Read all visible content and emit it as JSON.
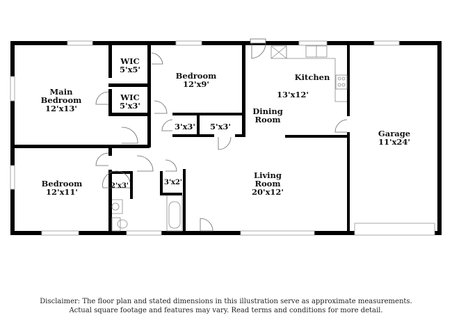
{
  "rooms": {
    "main_bedroom": {
      "name_line1": "Main",
      "name_line2": "Bedroom",
      "size": "12'x13'"
    },
    "wic1": {
      "name": "WIC",
      "size": "5'x5'"
    },
    "wic2": {
      "name": "WIC",
      "size": "5'x3'"
    },
    "bedroom2": {
      "name": "Bedroom",
      "size": "12'x9'"
    },
    "bedroom3": {
      "name": "Bedroom",
      "size": "12'x11'"
    },
    "closet_3x3": {
      "size": "3'x3'"
    },
    "closet_5x3": {
      "size": "5'x3'"
    },
    "closet_2x3": {
      "size": "2'x3'"
    },
    "closet_3x2": {
      "size": "3'x2'"
    },
    "kitchen": {
      "name": "Kitchen",
      "size": "13'x12'"
    },
    "dining": {
      "name_line1": "Dining",
      "name_line2": "Room"
    },
    "living": {
      "name_line1": "Living",
      "name_line2": "Room",
      "size": "20'x12'"
    },
    "garage": {
      "name": "Garage",
      "size": "11'x24'"
    }
  },
  "disclaimer": {
    "line1": "Disclaimer: The floor plan and stated dimensions in this illustration serve as approximate measurements.",
    "line2": "Actual square footage and features may vary. Read terms and conditions for more detail."
  }
}
